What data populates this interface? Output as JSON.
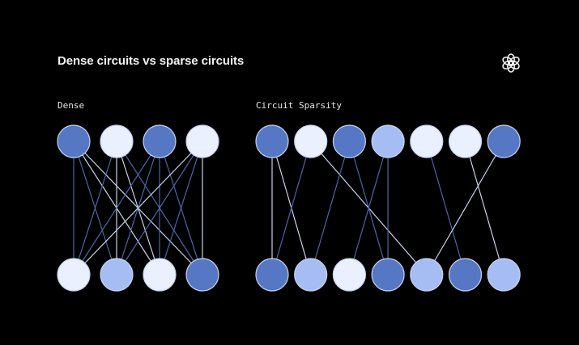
{
  "title": "Dense circuits vs sparse circuits",
  "logo": "openai-logo-icon",
  "colors": {
    "background": "#000000",
    "dark_node": "#5577c4",
    "mid_node": "#a6bdf4",
    "light_node": "#eaf0fe",
    "node_stroke": "#c8d3ee",
    "edge_dark": "#4a67a8",
    "edge_light": "#c9d3e8"
  },
  "panels": [
    {
      "id": "dense",
      "label": "Dense",
      "top_nodes": [
        "dark",
        "light",
        "dark",
        "light"
      ],
      "bottom_nodes": [
        "light",
        "mid",
        "light",
        "dark"
      ],
      "edges": [
        [
          0,
          0,
          "dark"
        ],
        [
          0,
          1,
          "dark"
        ],
        [
          0,
          2,
          "light"
        ],
        [
          0,
          3,
          "light"
        ],
        [
          1,
          0,
          "dark"
        ],
        [
          1,
          1,
          "light"
        ],
        [
          1,
          2,
          "light"
        ],
        [
          1,
          3,
          "dark"
        ],
        [
          2,
          0,
          "dark"
        ],
        [
          2,
          1,
          "dark"
        ],
        [
          2,
          2,
          "dark"
        ],
        [
          2,
          3,
          "dark"
        ],
        [
          3,
          0,
          "light"
        ],
        [
          3,
          1,
          "dark"
        ],
        [
          3,
          2,
          "dark"
        ],
        [
          3,
          3,
          "light"
        ]
      ]
    },
    {
      "id": "sparse",
      "label": "Circuit Sparsity",
      "top_nodes": [
        "dark",
        "light",
        "dark",
        "mid",
        "light",
        "light",
        "dark"
      ],
      "bottom_nodes": [
        "dark",
        "mid",
        "light",
        "dark",
        "mid",
        "dark",
        "mid"
      ],
      "edges": [
        [
          0,
          0,
          "light"
        ],
        [
          0,
          1,
          "light"
        ],
        [
          1,
          0,
          "dark"
        ],
        [
          1,
          4,
          "light"
        ],
        [
          2,
          1,
          "dark"
        ],
        [
          2,
          3,
          "dark"
        ],
        [
          3,
          2,
          "dark"
        ],
        [
          3,
          3,
          "dark"
        ],
        [
          4,
          5,
          "dark"
        ],
        [
          5,
          6,
          "light"
        ],
        [
          6,
          4,
          "light"
        ]
      ]
    }
  ]
}
